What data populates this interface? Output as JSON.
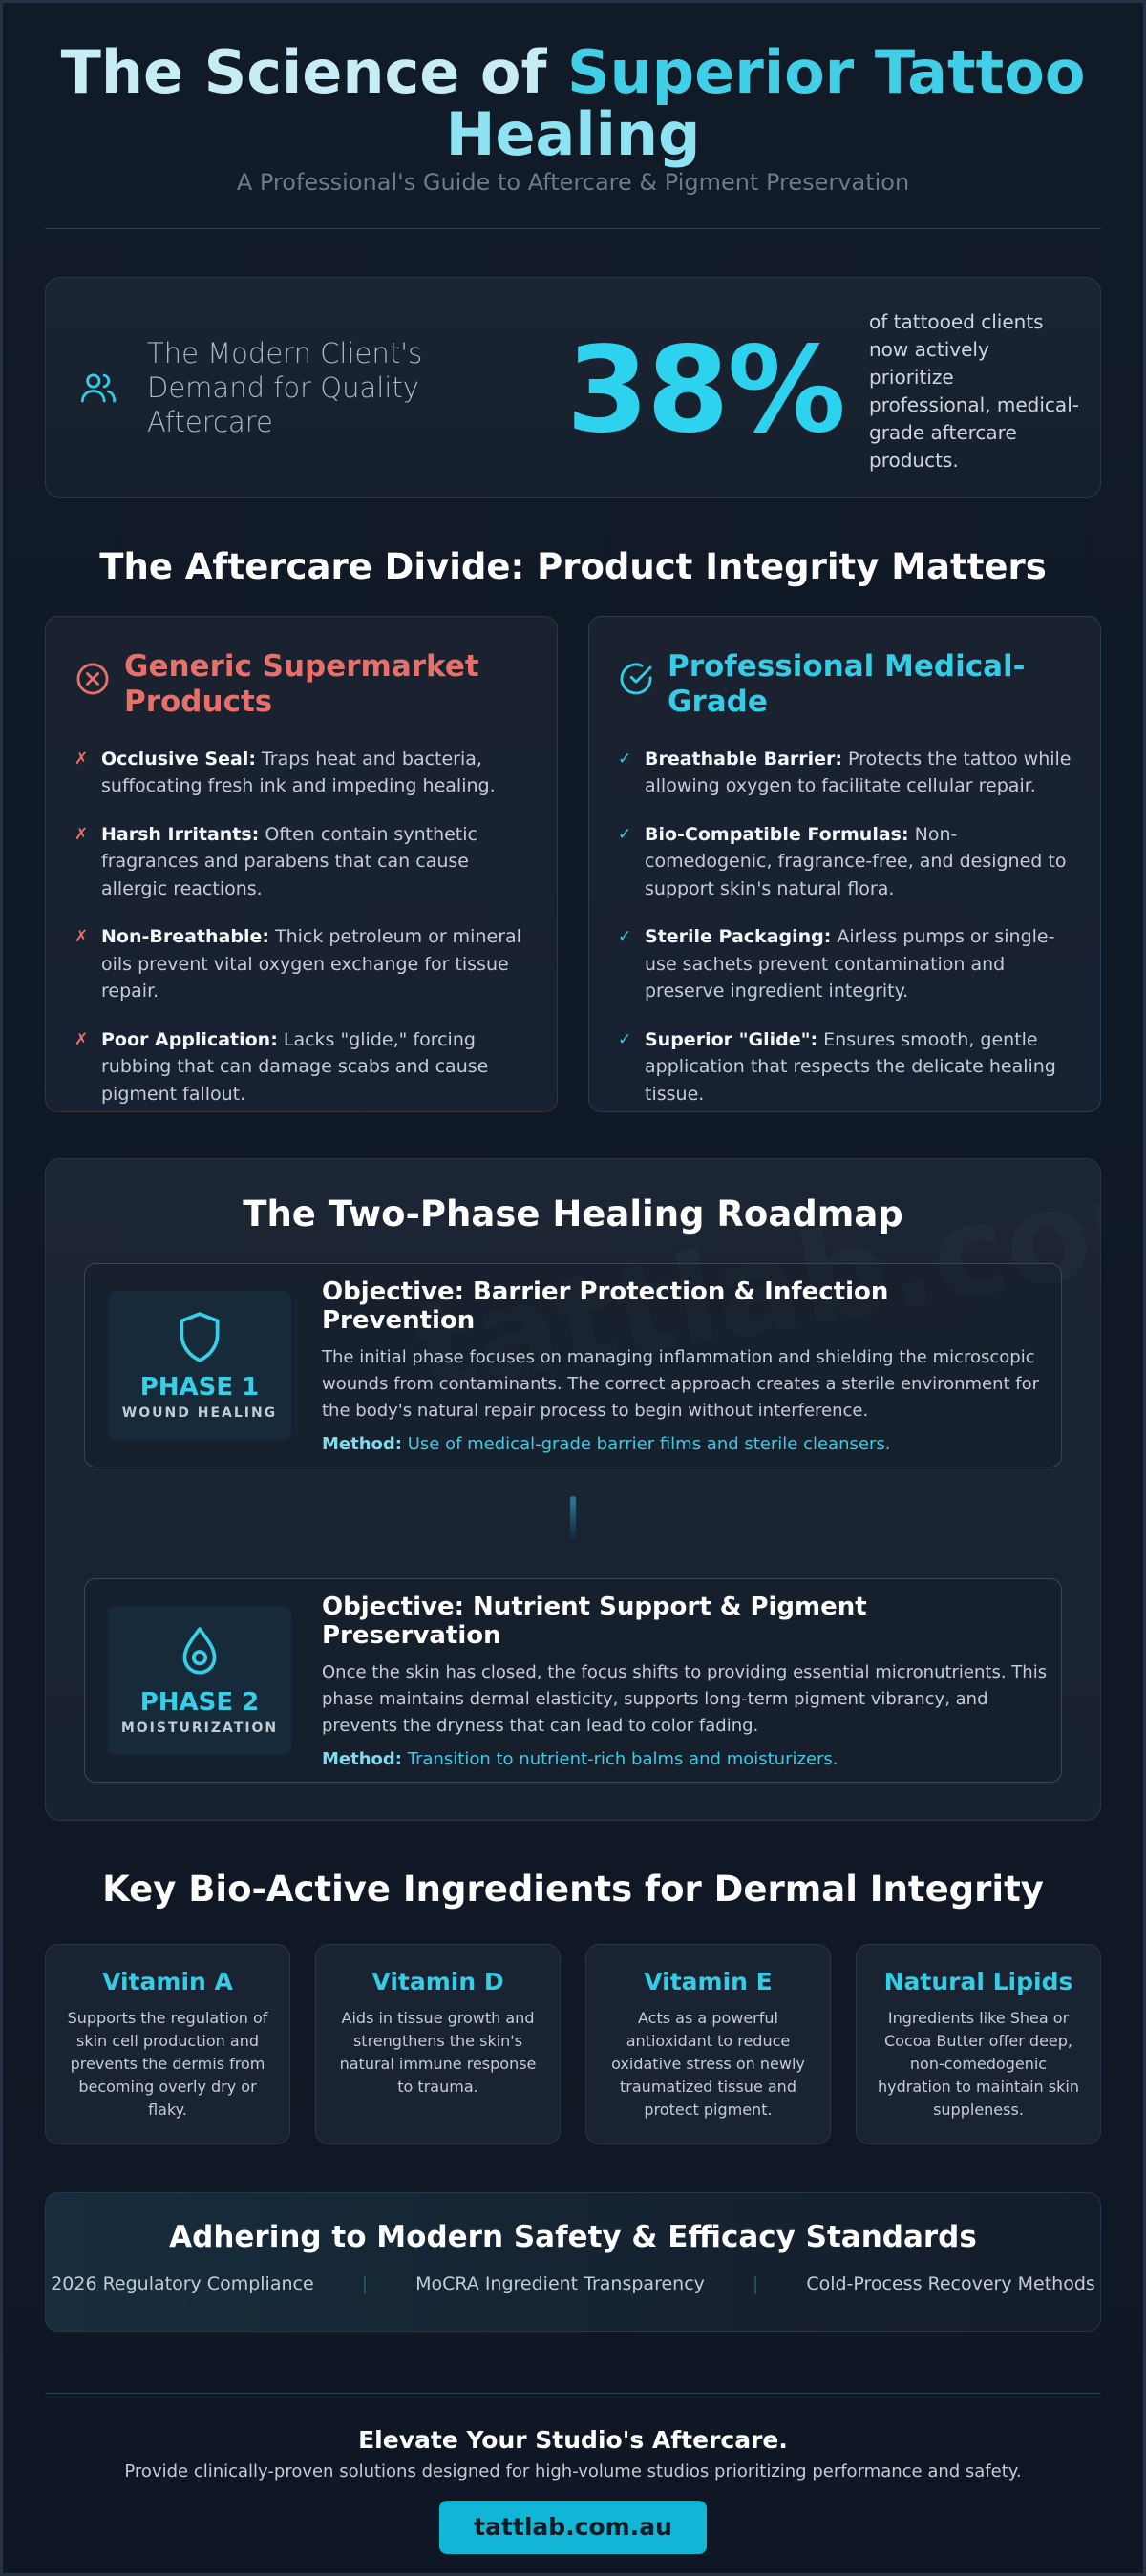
{
  "header": {
    "title_part1": "The Science of ",
    "title_part2": "Superior Tattoo",
    "title_part3": "Healing",
    "subtitle": "A Professional's Guide to Aftercare & Pigment Preservation"
  },
  "stat": {
    "icon": "users-icon",
    "label": "The Modern Client's Demand for Quality Aftercare",
    "value": "38%",
    "description": "of tattooed clients now actively prioritize professional, medical-grade aftercare products."
  },
  "divide": {
    "title": "The Aftercare Divide: Product Integrity Matters",
    "generic": {
      "icon": "x-circle-icon",
      "title": "Generic Supermarket Products",
      "mark": "✗",
      "items": [
        {
          "term": "Occlusive Seal:",
          "text": " Traps heat and bacteria, suffocating fresh ink and impeding healing."
        },
        {
          "term": "Harsh Irritants:",
          "text": " Often contain synthetic fragrances and parabens that can cause allergic reactions."
        },
        {
          "term": "Non-Breathable:",
          "text": " Thick petroleum or mineral oils prevent vital oxygen exchange for tissue repair."
        },
        {
          "term": "Poor Application:",
          "text": " Lacks \"glide,\" forcing rubbing that can damage scabs and cause pigment fallout."
        }
      ]
    },
    "pro": {
      "icon": "check-circle-icon",
      "title": "Professional Medical-Grade",
      "mark": "✓",
      "items": [
        {
          "term": "Breathable Barrier:",
          "text": " Protects the tattoo while allowing oxygen to facilitate cellular repair."
        },
        {
          "term": "Bio-Compatible Formulas:",
          "text": " Non-comedogenic, fragrance-free, and designed to support skin's natural flora."
        },
        {
          "term": "Sterile Packaging:",
          "text": " Airless pumps or single-use sachets prevent contamination and preserve ingredient integrity."
        },
        {
          "term": "Superior \"Glide\":",
          "text": " Ensures smooth, gentle application that respects the delicate healing tissue."
        }
      ]
    }
  },
  "roadmap": {
    "title": "The Two-Phase Healing Roadmap",
    "watermark": "tattlab.com.au",
    "phases": [
      {
        "icon": "shield-icon",
        "number": "PHASE 1",
        "subtitle": "WOUND HEALING",
        "objective": "Objective: Barrier Protection & Infection Prevention",
        "text": "The initial phase focuses on managing inflammation and shielding the microscopic wounds from contaminants. The correct approach creates a sterile environment for the body's natural repair process to begin without interference.",
        "method_label": "Method:",
        "method": " Use of medical-grade barrier films and sterile cleansers."
      },
      {
        "icon": "droplet-icon",
        "number": "PHASE 2",
        "subtitle": "MOISTURIZATION",
        "objective": "Objective: Nutrient Support & Pigment Preservation",
        "text": "Once the skin has closed, the focus shifts to providing essential micronutrients. This phase maintains dermal elasticity, supports long-term pigment vibrancy, and prevents the dryness that can lead to color fading.",
        "method_label": "Method:",
        "method": " Transition to nutrient-rich balms and moisturizers."
      }
    ]
  },
  "ingredients": {
    "title": "Key Bio-Active Ingredients for Dermal Integrity",
    "items": [
      {
        "name": "Vitamin A",
        "desc": "Supports the regulation of skin cell production and prevents the dermis from becoming overly dry or flaky."
      },
      {
        "name": "Vitamin D",
        "desc": "Aids in tissue growth and strengthens the skin's natural immune response to trauma."
      },
      {
        "name": "Vitamin E",
        "desc": "Acts as a powerful antioxidant to reduce oxidative stress on newly traumatized tissue and protect pigment."
      },
      {
        "name": "Natural Lipids",
        "desc": "Ingredients like Shea or Cocoa Butter offer deep, non-comedogenic hydration to maintain skin suppleness."
      }
    ]
  },
  "standards": {
    "title": "Adhering to Modern Safety & Efficacy Standards",
    "separator": "|",
    "items": [
      "2026 Regulatory Compliance",
      "MoCRA Ingredient Transparency",
      "Cold-Process Recovery Methods"
    ]
  },
  "footer": {
    "title": "Elevate Your Studio's Aftercare.",
    "subtitle": "Provide clinically-proven solutions designed for high-volume studios prioritizing performance and safety.",
    "cta": "tattlab.com.au"
  },
  "colors": {
    "accent": "#35cce6",
    "negative": "#e8706a",
    "background": "#0f1724"
  }
}
